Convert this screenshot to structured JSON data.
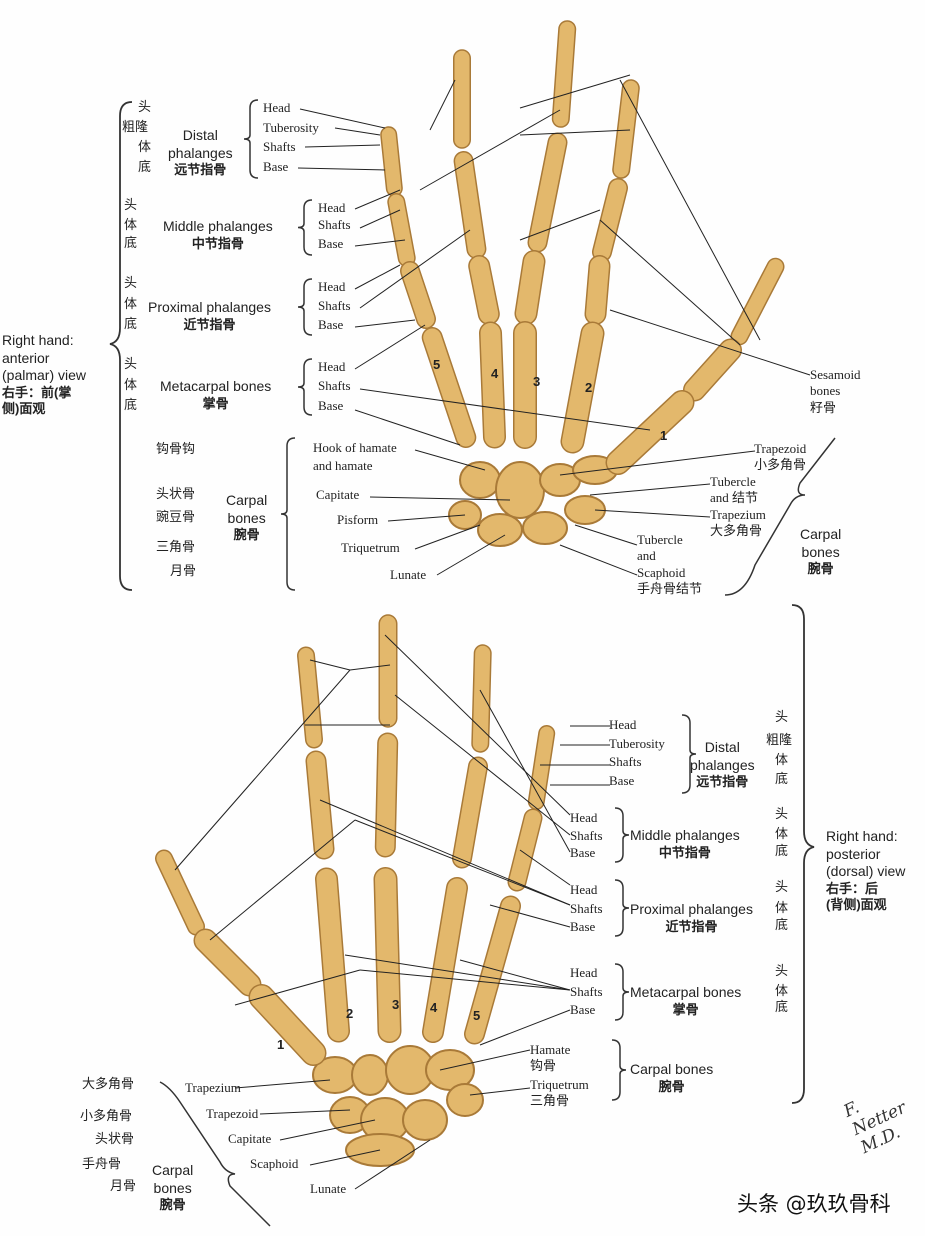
{
  "anterior": {
    "title": [
      "Right hand:",
      "anterior",
      "(palmar) view",
      "右手：前(掌",
      "侧)面观"
    ],
    "distal": {
      "en": [
        "Distal",
        "phalanges"
      ],
      "zh": "远节指骨",
      "parts": [
        "Head",
        "Tuberosity",
        "Shafts",
        "Base"
      ],
      "zh_parts": [
        "头",
        "粗隆",
        "体",
        "底"
      ]
    },
    "middle": {
      "en": "Middle phalanges",
      "zh": "中节指骨",
      "parts": [
        "Head",
        "Shafts",
        "Base"
      ],
      "zh_parts": [
        "头",
        "体",
        "底"
      ]
    },
    "proximal": {
      "en": "Proximal phalanges",
      "zh": "近节指骨",
      "parts": [
        "Head",
        "Shafts",
        "Base"
      ],
      "zh_parts": [
        "头",
        "体",
        "底"
      ]
    },
    "metacarpal": {
      "en": "Metacarpal bones",
      "zh": "掌骨",
      "parts": [
        "Head",
        "Shafts",
        "Base"
      ],
      "zh_parts": [
        "头",
        "体",
        "底"
      ]
    },
    "carpal_left": {
      "en": [
        "Carpal",
        "bones"
      ],
      "zh": "腕骨",
      "zh_parts": [
        "钩骨钩",
        "头状骨",
        "豌豆骨",
        "三角骨",
        "月骨"
      ],
      "parts": [
        "Hook of hamate",
        "and hamate",
        "Capitate",
        "Pisform",
        "Triquetrum",
        "Lunate"
      ]
    },
    "sesamoid": [
      "Sesamoid",
      "bones",
      "籽骨"
    ],
    "right_labels": {
      "trapezoid": [
        "Trapezoid",
        "小多角骨"
      ],
      "tubercle_trap": [
        "Tubercle",
        "and 结节"
      ],
      "trapezium": [
        "Trapezium",
        "大多角骨"
      ],
      "tubercle_scaph": [
        "Tubercle",
        "and",
        "Scaphoid",
        "手舟骨结节"
      ]
    },
    "carpal_right": {
      "en": [
        "Carpal",
        "bones"
      ],
      "zh": "腕骨"
    },
    "numbers": [
      "5",
      "4",
      "3",
      "2",
      "1"
    ]
  },
  "posterior": {
    "title": [
      "Right hand:",
      "posterior",
      "(dorsal) view",
      "右手：后",
      "(背侧)面观"
    ],
    "distal": {
      "en": [
        "Distal",
        "phalanges"
      ],
      "zh": "远节指骨",
      "parts": [
        "Head",
        "Tuberosity",
        "Shafts",
        "Base"
      ],
      "zh_parts": [
        "头",
        "粗隆",
        "体",
        "底"
      ]
    },
    "middle": {
      "en": "Middle phalanges",
      "zh": "中节指骨",
      "parts": [
        "Head",
        "Shafts",
        "Base"
      ],
      "zh_parts": [
        "头",
        "体",
        "底"
      ]
    },
    "proximal": {
      "en": "Proximal phalanges",
      "zh": "近节指骨",
      "parts": [
        "Head",
        "Shafts",
        "Base"
      ],
      "zh_parts": [
        "头",
        "体",
        "底"
      ]
    },
    "metacarpal": {
      "en": "Metacarpal bones",
      "zh": "掌骨",
      "parts": [
        "Head",
        "Shafts",
        "Base"
      ],
      "zh_parts": [
        "头",
        "体",
        "底"
      ]
    },
    "carpal_right": {
      "en": "Carpal bones",
      "zh": "腕骨",
      "parts": [
        "Hamate",
        "钩骨",
        "Triquetrum",
        "三角骨"
      ]
    },
    "carpal_left": {
      "en": [
        "Carpal",
        "bones"
      ],
      "zh": "腕骨",
      "zh_parts": [
        "大多角骨",
        "小多角骨",
        "头状骨",
        "手舟骨",
        "月骨"
      ],
      "parts": [
        "Trapezium",
        "Trapezoid",
        "Capitate",
        "Scaphoid",
        "Lunate"
      ]
    },
    "numbers": [
      "1",
      "2",
      "3",
      "4",
      "5"
    ]
  },
  "signature": "F. Netter M.D.",
  "watermark": "头条 @玖玖骨科",
  "colors": {
    "bone": "#e3b86c",
    "bone_dark": "#a97a38",
    "line": "#222222"
  }
}
